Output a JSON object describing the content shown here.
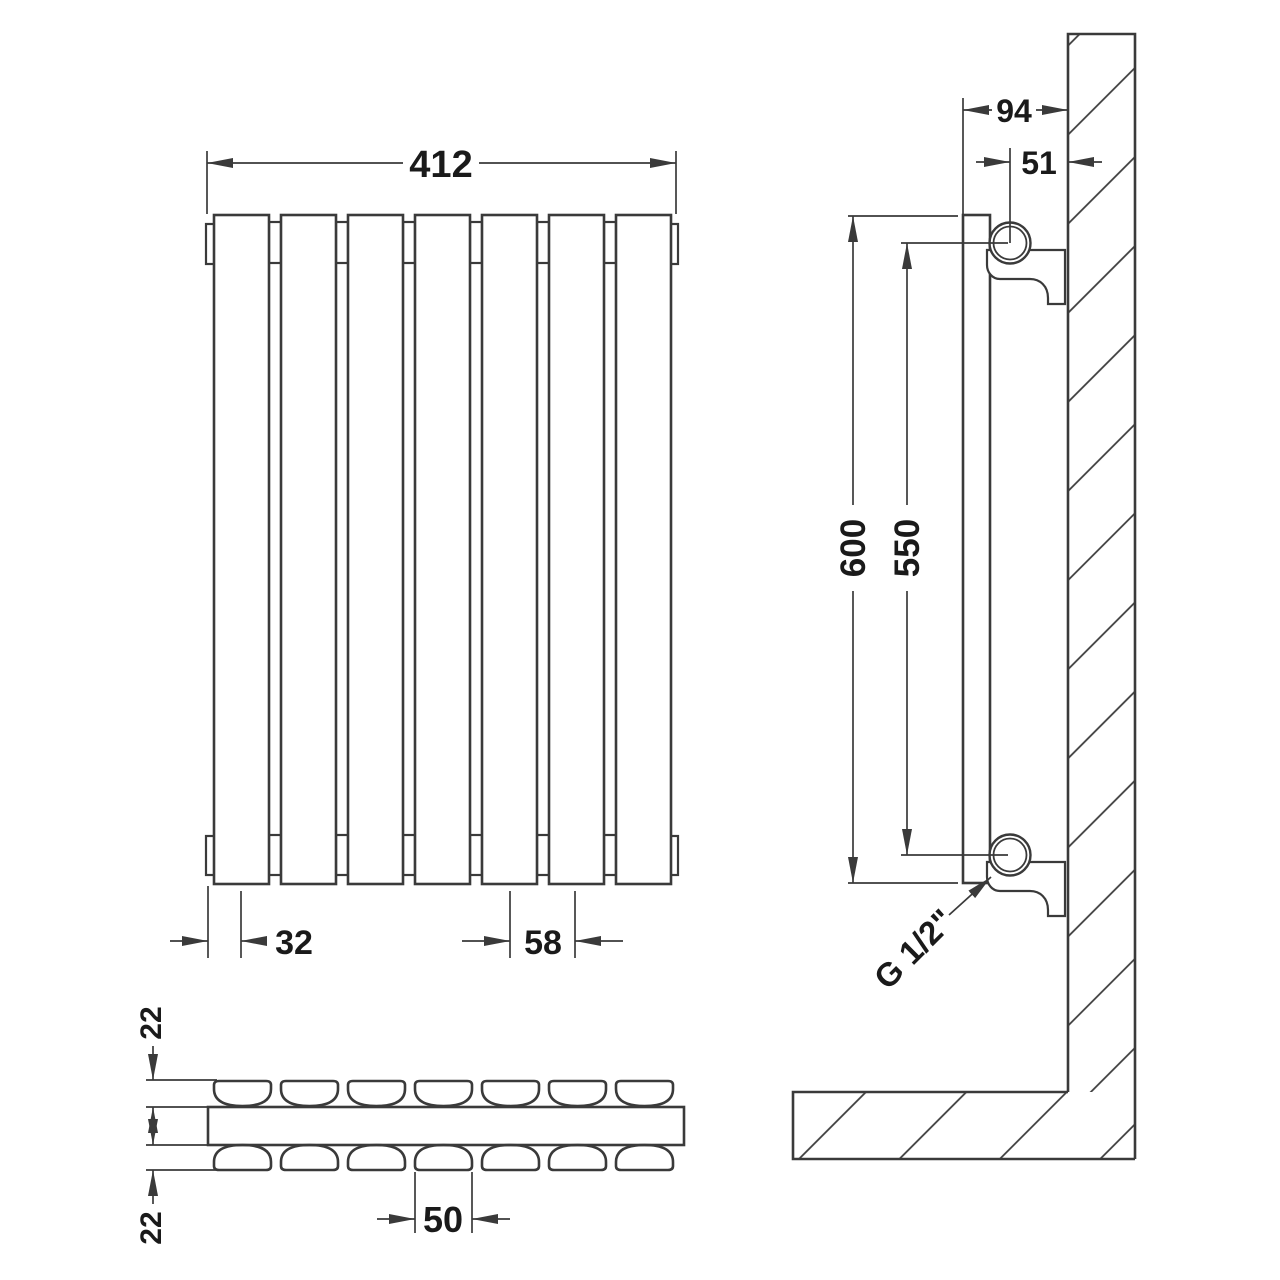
{
  "drawing": {
    "title": "Radiator installation technical drawing",
    "background": "#ffffff",
    "line_color": "#3a3a3a",
    "text_color": "#1a1a1a",
    "radiator_panel_count": 7,
    "views": {
      "front": {
        "overall_width": "412",
        "edge_to_first_channel_centre": "32",
        "channel_pitch": "58"
      },
      "plan": {
        "top_panel_depth": "22",
        "bottom_panel_depth": "22",
        "panel_width": "50"
      },
      "side": {
        "overall_height": "600",
        "pipe_centre_spacing": "550",
        "front_to_wall": "94",
        "pipe_centre_to_wall": "51",
        "pipe_thread": "G 1/2\""
      }
    }
  }
}
